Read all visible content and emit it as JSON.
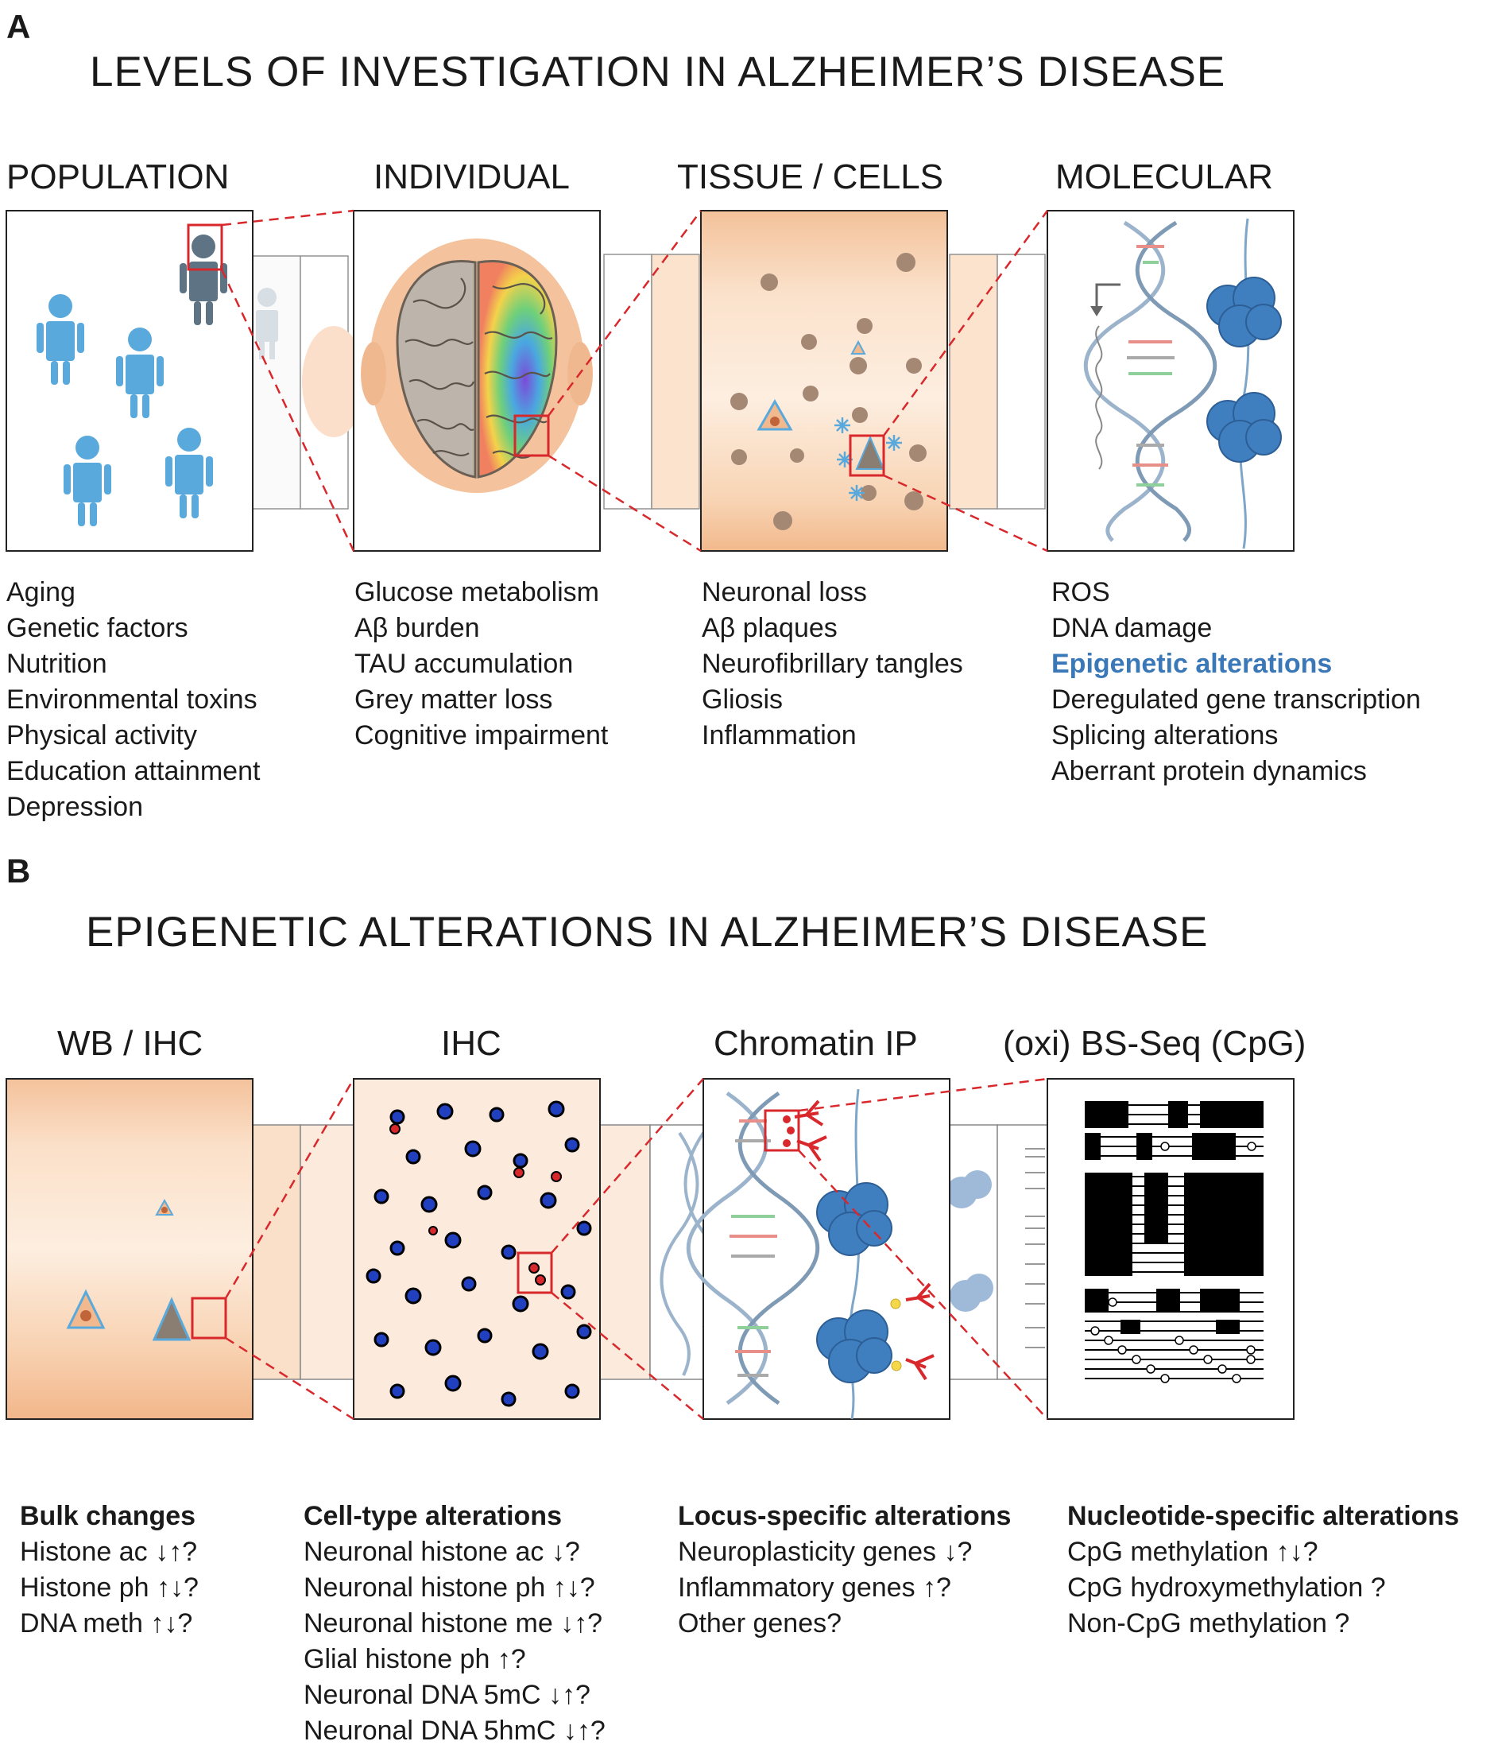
{
  "panel_a": {
    "letter": "A",
    "title": "LEVELS OF INVESTIGATION IN ALZHEIMER’S DISEASE",
    "columns": [
      {
        "heading": "POPULATION",
        "items": [
          "Aging",
          "Genetic factors",
          "Nutrition",
          "Environmental toxins",
          "Physical activity",
          "Education attainment",
          "Depression"
        ]
      },
      {
        "heading": "INDIVIDUAL",
        "items": [
          "Glucose metabolism",
          "Aβ burden",
          "TAU accumulation",
          "Grey matter loss",
          "Cognitive impairment"
        ]
      },
      {
        "heading": "TISSUE / CELLS",
        "items": [
          "Neuronal loss",
          "Aβ plaques",
          "Neurofibrillary tangles",
          "Gliosis",
          "Inflammation"
        ]
      },
      {
        "heading": "MOLECULAR",
        "items": [
          "ROS",
          "DNA damage",
          "Epigenetic alterations",
          "Deregulated gene transcription",
          "Splicing alterations",
          "Aberrant protein dynamics"
        ],
        "highlight_index": 2
      }
    ]
  },
  "panel_b": {
    "letter": "B",
    "title": "EPIGENETIC ALTERATIONS IN ALZHEIMER’S DISEASE",
    "columns": [
      {
        "heading": "WB / IHC",
        "subheading": "Bulk changes",
        "items": [
          "Histone ac ↓↑?",
          "Histone ph ↑↓?",
          "DNA meth  ↑↓?"
        ]
      },
      {
        "heading": "IHC",
        "subheading": "Cell-type alterations",
        "items": [
          "Neuronal histone ac ↓?",
          "Neuronal histone ph ↑↓?",
          "Neuronal histone me ↓↑?",
          "Glial histone ph ↑?",
          "Neuronal DNA 5mC ↓↑?",
          "Neuronal DNA 5hmC ↓↑?"
        ]
      },
      {
        "heading": "Chromatin IP",
        "subheading": "Locus-specific alterations",
        "items": [
          "Neuroplasticity genes ↓?",
          "Inflammatory genes     ↑?",
          "Other genes?"
        ]
      },
      {
        "heading": "(oxi) BS-Seq (CpG)",
        "subheading": "Nucleotide-specific alterations",
        "items": [
          "CpG methylation ↑↓?",
          "CpG hydroxymethylation ?",
          "Non-CpG methylation ?"
        ]
      }
    ]
  },
  "colors": {
    "figure_blue": "#5aa9dc",
    "accent_red": "#d8282c",
    "tissue_peach": "#f6c9a4",
    "dna_blue": "#3f7fc0",
    "highlight_text": "#3a78b8"
  }
}
